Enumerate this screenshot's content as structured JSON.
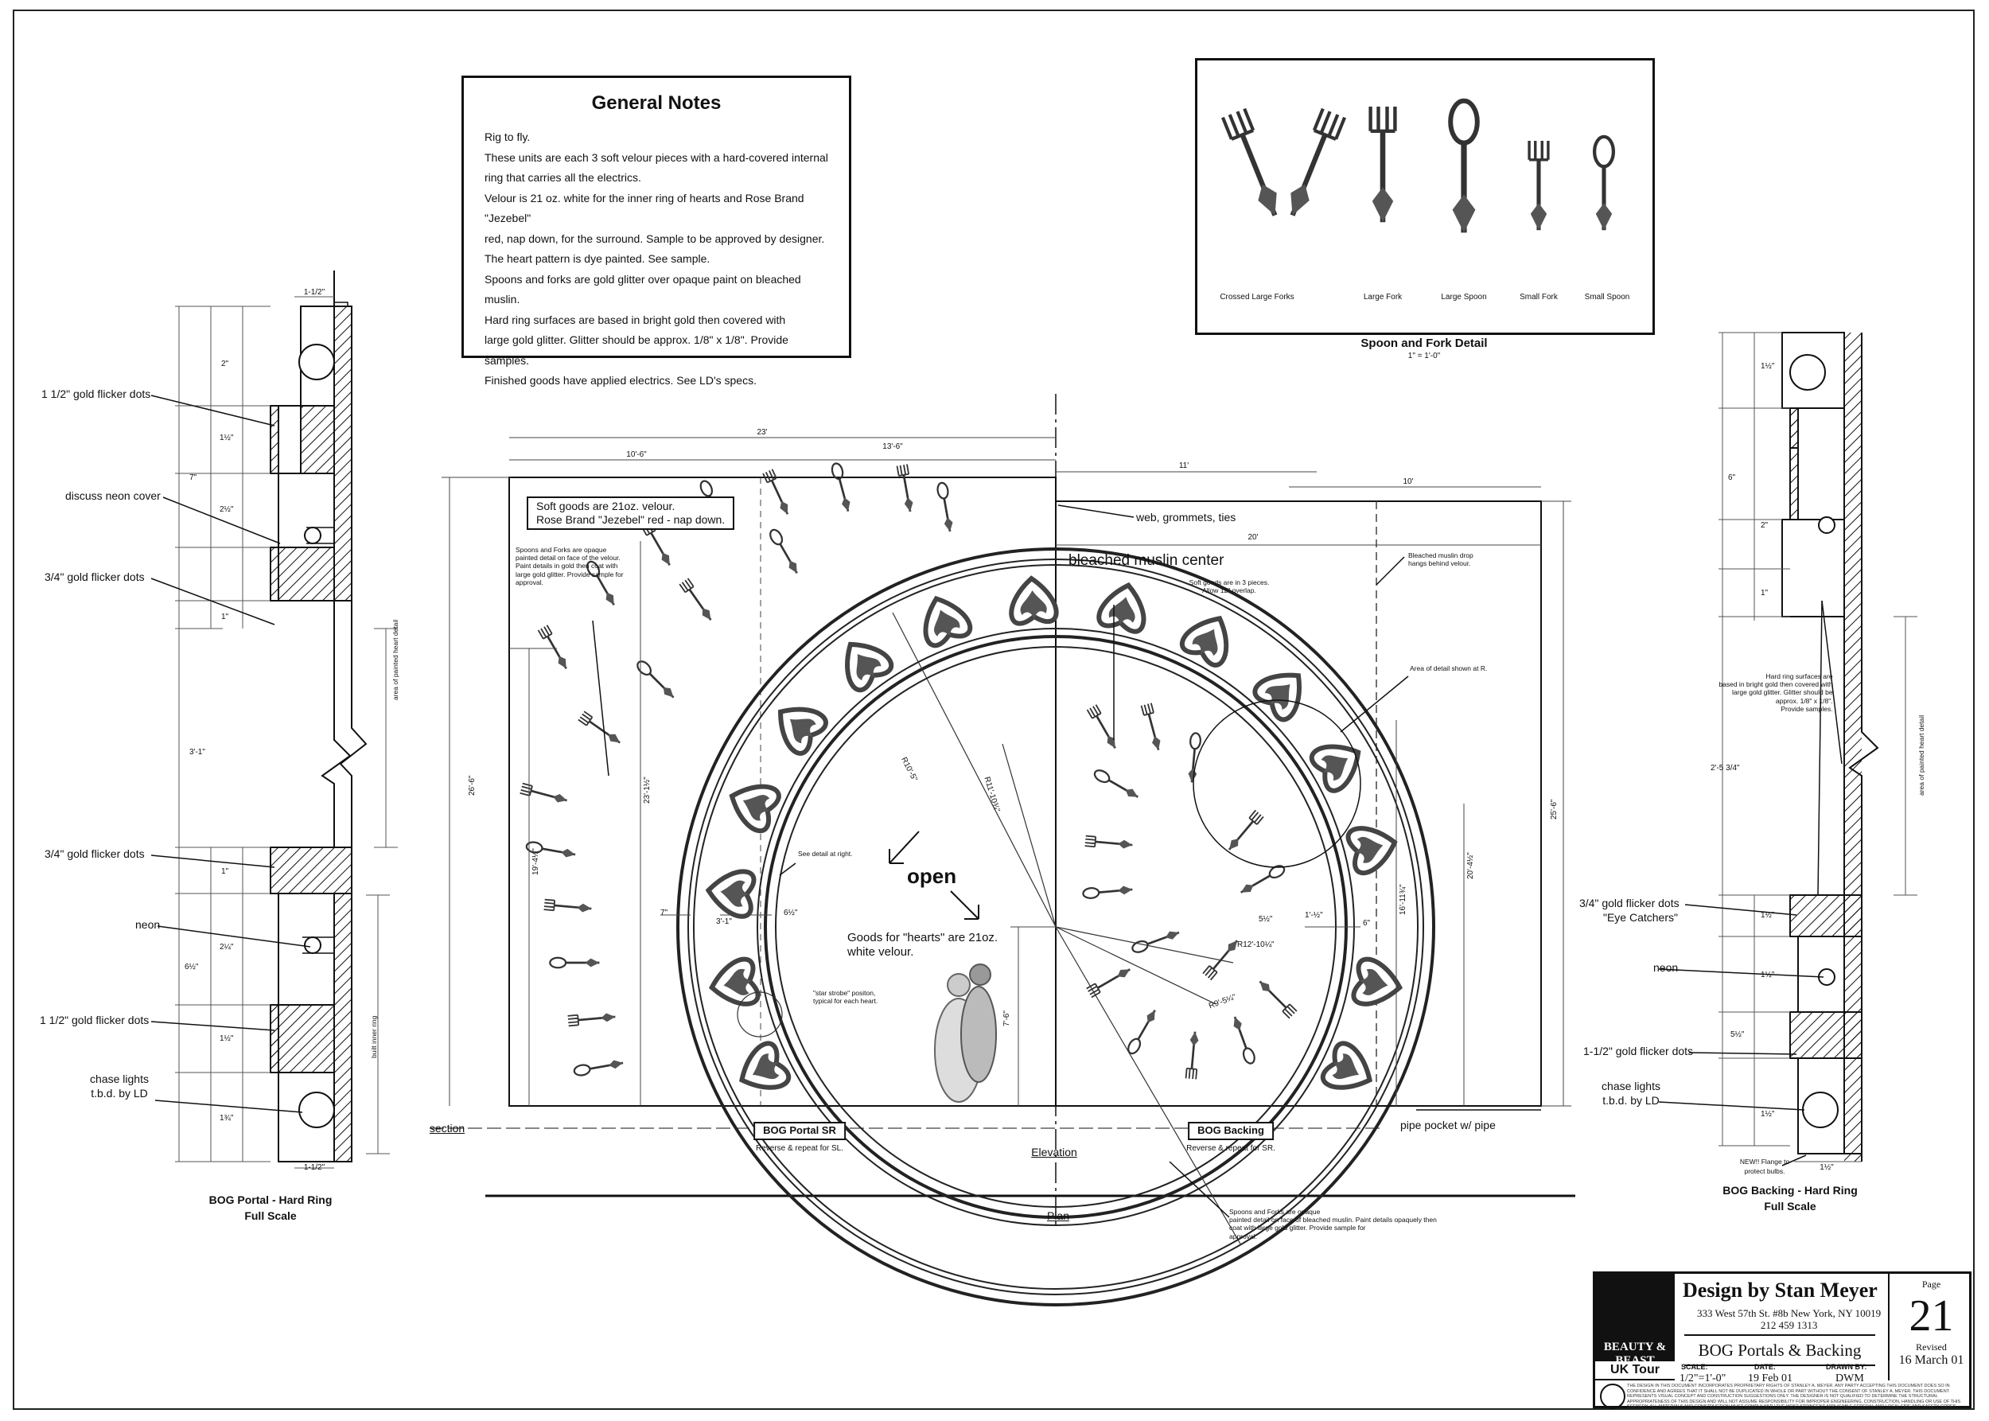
{
  "general_notes": {
    "title": "General Notes",
    "lines": [
      "Rig to fly.",
      "These units are each 3 soft velour pieces with a hard-covered internal",
      "ring that carries all the electrics.",
      "Velour is 21 oz. white for the inner ring of hearts and Rose Brand \"Jezebel\"",
      "red, nap down, for the surround. Sample to be approved by designer.",
      "The heart pattern is dye painted. See sample.",
      "Spoons and forks are gold glitter over opaque paint on bleached muslin.",
      "Hard ring surfaces are based in bright gold then covered with",
      "large gold glitter. Glitter should be approx. 1/8\" x 1/8\". Provide samples.",
      "Finished goods have applied electrics. See LD's specs."
    ]
  },
  "cutlery_detail": {
    "title": "Spoon and Fork Detail",
    "scale": "1\" = 1'-0\"",
    "items": [
      "Crossed Large Forks",
      "Large Fork",
      "Large Spoon",
      "Small Fork",
      "Small Spoon"
    ]
  },
  "left_section": {
    "title": "BOG Portal - Hard Ring",
    "subtitle": "Full Scale",
    "labels": {
      "gold_dots_top": "1 1/2\" gold flicker dots",
      "neon_cover": "discuss neon cover",
      "gold_dots_34_a": "3/4\" gold flicker dots",
      "gold_dots_34_b": "3/4\" gold flicker dots",
      "neon": "neon",
      "gold_dots_bottom": "1 1/2\" gold flicker dots",
      "chase_1": "chase lights",
      "chase_2": "t.b.d. by LD",
      "section": "section",
      "area_note": "area of painted heart detail",
      "ring_note": "built inner ring"
    },
    "dims": {
      "top": "1-1/2\"",
      "bottom": "1-1/2\"",
      "d2": "2\"",
      "d1h": "1½\"",
      "d7": "7\"",
      "d2h": "2½\"",
      "d1": "1\"",
      "d31": "3'-1\"",
      "d2q": "2¼\"",
      "d6h": "6½\"",
      "d1h2": "1½\"",
      "d3q": "1¾\""
    }
  },
  "right_section": {
    "title": "BOG Backing - Hard Ring",
    "subtitle": "Full Scale",
    "labels": {
      "eye_1": "3/4\" gold flicker dots",
      "eye_2": "\"Eye Catchers\"",
      "neon": "neon",
      "gold_dots": "1-1/2\" gold flicker dots",
      "chase_1": "chase lights",
      "chase_2": "t.b.d. by LD",
      "flange_1": "NEW!! Flange to",
      "flange_2": "protect bulbs.",
      "area_note": "area of painted heart detail",
      "hard_ring_1": "Hard ring surfaces are",
      "hard_ring_2": "based in bright gold then covered with",
      "hard_ring_3": "large gold glitter. Glitter should be",
      "hard_ring_4": "approx. 1/8\" x 1/8\".",
      "hard_ring_5": "Provide samples."
    },
    "dims": {
      "d1h": "1½\"",
      "d6": "6\"",
      "d2": "2\"",
      "d1": "1\"",
      "d25": "2'-5 3/4\"",
      "d1h2": "1½\"",
      "d5h": "5½\"",
      "d1h3": "1½\"",
      "d1h4": "1½\"",
      "d1h5": "1½\""
    }
  },
  "elevation": {
    "soft_goods_1": "Soft goods are 21oz. velour.",
    "soft_goods_2": "Rose Brand \"Jezebel\" red - nap down.",
    "spoons_sr_1": "Spoons and Forks are opaque",
    "spoons_sr_2": "painted detail on face of the velour.",
    "spoons_sr_3": "Paint details in gold then coat with",
    "spoons_sr_4": "large gold glitter. Provide sample for",
    "spoons_sr_5": "approval.",
    "web": "web, grommets, ties",
    "muslin": "bleached muslin center",
    "soft3_1": "Soft goods are in 3 pieces.",
    "soft3_2": "Allow 12\" overlap.",
    "drop_1": "Bleached muslin drop",
    "drop_2": "hangs behind velour.",
    "area_detail": "Area of detail shown at R.",
    "see_detail": "See detail at right.",
    "open": "open",
    "hearts_1": "Goods for \"hearts\" are 21oz.",
    "hearts_2": "white velour.",
    "strobe_1": "\"star strobe\" positon,",
    "strobe_2": "typical for each heart.",
    "pipe": "pipe pocket w/ pipe",
    "portal_sr": "BOG Portal SR",
    "portal_sr_note": "Reverse & repeat for SL.",
    "backing": "BOG Backing",
    "backing_note": "Reverse & repeat for SR.",
    "elev": "Elevation",
    "plan": "Plan",
    "spoons_bk_1": "Spoons and Forks are opaque",
    "spoons_bk_2": "painted detail on face of bleached muslin. Paint details opaquely then",
    "spoons_bk_3": "coat with large gold glitter. Provide sample for",
    "spoons_bk_4": "approval.",
    "dims": {
      "d23": "23'",
      "d106": "10'-6\"",
      "d136": "13'-6\"",
      "d11": "11'",
      "d10": "10'",
      "d20": "20'",
      "d266": "26'-6\"",
      "d256": "25'-6\"",
      "d194": "19'-4½\"",
      "d231": "23'-1½\"",
      "d204": "20'-4½\"",
      "d1611": "16'-11¾\"",
      "d76": "7'-6\"",
      "d7": "7\"",
      "d31": "3'-1\"",
      "d6h": "6½\"",
      "d5h": "5½\"",
      "d6": "6\"",
      "d1h": "1'-½\"",
      "r105": "R10'-5\"",
      "r1110": "R11'-10¾\"",
      "r1210": "R12'-10¼\"",
      "r95": "R9'-5¼\""
    }
  },
  "title_block": {
    "show_1": "BEAUTY & BEAST",
    "tour": "UK Tour",
    "designer": "Design by Stan Meyer",
    "addr_1": "333 West 57th St. #8b   New York, NY 10019",
    "addr_2": "212 459 1313",
    "drawing_title": "BOG Portals & Backing",
    "scale_label": "SCALE:",
    "scale": "1/2\"=1'-0\"",
    "date_label": "DATE:",
    "date": "19 Feb 01",
    "drawn_label": "DRAWN BY:",
    "drawn": "DWM",
    "page_label": "Page",
    "page": "21",
    "revised_label": "Revised",
    "revised": "16 March 01",
    "fine_print": "THE DESIGN IN THIS DOCUMENT INCORPORATES PROPRIETARY RIGHTS OF STANLEY A. MEYER. ANY PARTY ACCEPTING THIS DOCUMENT DOES SO IN CONFIDENCE AND AGREES THAT IT SHALL NOT BE DUPLICATED IN WHOLE OR PART WITHOUT THE CONSENT OF STANLEY A. MEYER. THIS DOCUMENT REPRESENTS VISUAL CONCEPT AND CONSTRUCTION SUGGESTIONS ONLY. THE DESIGNER IS NOT QUALIFIED TO DETERMINE THE STRUCTURAL APPROPRIATENESS OF THIS DESIGN AND WILL NOT ASSUME RESPONSIBILITY FOR IMPROPER ENGINEERING, CONSTRUCTION, HANDLING OR USE OF THIS SCENERY. ALL MATERIALS AND CONSTRUCTION MUST COMPLY WITH THE MOST STRINGENT APPLICABLE FEDERAL AND LOCAL FIRE AND SAFETY CODES."
  }
}
